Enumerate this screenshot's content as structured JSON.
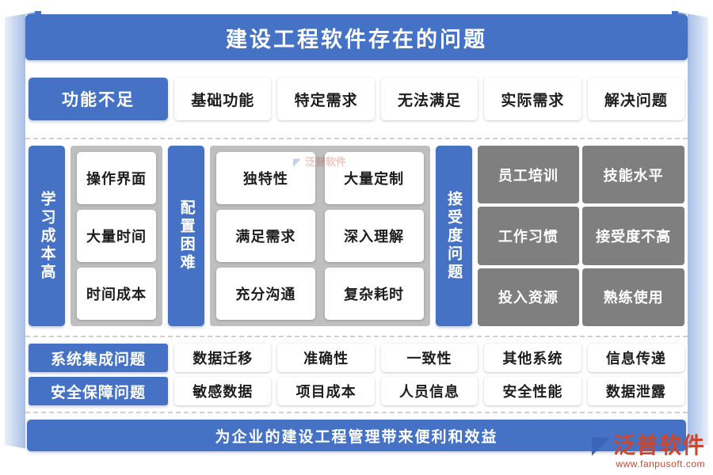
{
  "title": "建设工程软件存在的问题",
  "colors": {
    "accent_blue": "#4572C4",
    "light_gray": "#BFBFBF",
    "dark_gray": "#7F7F7F",
    "card_white": "#FFFFFF",
    "dashed_divider": "#CFCFCF",
    "logo_red": "#C8472F"
  },
  "row1": {
    "lead": "功能不足",
    "cards": [
      "基础功能",
      "特定需求",
      "无法满足",
      "实际需求",
      "解决问题"
    ]
  },
  "middle": {
    "groups": [
      {
        "label": "学习成本高",
        "style": "light",
        "cards": [
          "操作界面",
          "大量时间",
          "时间成本"
        ]
      },
      {
        "label": "配置困难",
        "style": "light",
        "rows": [
          [
            "独特性",
            "大量定制"
          ],
          [
            "满足需求",
            "深入理解"
          ],
          [
            "充分沟通",
            "复杂耗时"
          ]
        ]
      },
      {
        "label": "接受度问题",
        "style": "dark",
        "rows": [
          [
            "员工培训",
            "技能水平"
          ],
          [
            "工作习惯",
            "接受度不高"
          ],
          [
            "投入资源",
            "熟练使用"
          ]
        ]
      }
    ]
  },
  "bottom_rows": [
    {
      "lead": "系统集成问题",
      "cards": [
        "数据迁移",
        "准确性",
        "一致性",
        "其他系统",
        "信息传递"
      ]
    },
    {
      "lead": "安全保障问题",
      "cards": [
        "敏感数据",
        "项目成本",
        "人员信息",
        "安全性能",
        "数据泄露"
      ]
    }
  ],
  "footer": "为企业的建设工程管理带来便利和效益",
  "watermark": {
    "brand": "泛普软件",
    "url": "www.fanpusoft.com"
  }
}
